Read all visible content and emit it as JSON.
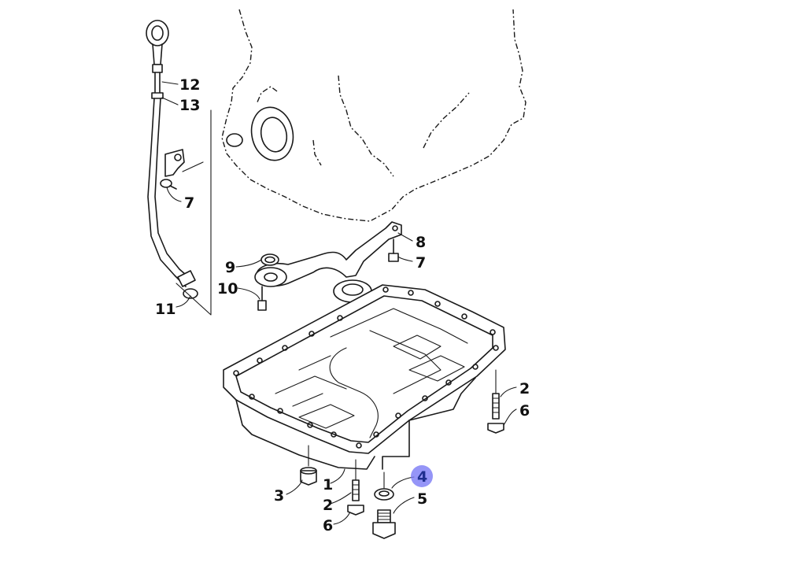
{
  "diagram": {
    "callouts": [
      {
        "id": "c1",
        "text": "1"
      },
      {
        "id": "c2a",
        "text": "2"
      },
      {
        "id": "c2b",
        "text": "2"
      },
      {
        "id": "c3",
        "text": "3"
      },
      {
        "id": "c4",
        "text": "4",
        "highlighted": true
      },
      {
        "id": "c5",
        "text": "5"
      },
      {
        "id": "c6a",
        "text": "6"
      },
      {
        "id": "c6b",
        "text": "6"
      },
      {
        "id": "c7a",
        "text": "7"
      },
      {
        "id": "c7b",
        "text": "7"
      },
      {
        "id": "c8",
        "text": "8"
      },
      {
        "id": "c9",
        "text": "9"
      },
      {
        "id": "c10",
        "text": "10"
      },
      {
        "id": "c11",
        "text": "11"
      },
      {
        "id": "c12",
        "text": "12"
      },
      {
        "id": "c13",
        "text": "13"
      }
    ],
    "highlight_color": "#7b7bf5"
  }
}
